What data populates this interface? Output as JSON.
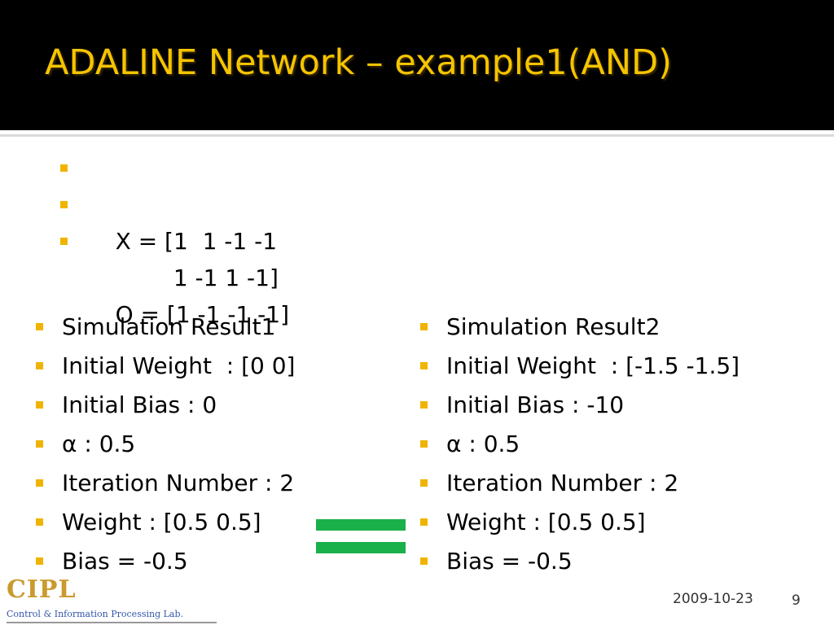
{
  "slide": {
    "title": "ADALINE Network – example1(AND)",
    "accent_color": "#f5c400",
    "bullet_color": "#f0b400",
    "equals_color": "#1ab04a"
  },
  "inputs": [
    "X = [1  1 -1 -1",
    "        1 -1 1 -1]",
    "O = [1 -1 -1 -1]"
  ],
  "result1": [
    "Simulation Result1",
    "Initial Weight  : [0 0]",
    "Initial Bias : 0",
    "α : 0.5",
    "Iteration Number : 2",
    "Weight : [0.5 0.5]",
    "Bias = -0.5"
  ],
  "result2": [
    "Simulation Result2",
    "Initial Weight  : [-1.5 -1.5]",
    "Initial Bias : -10",
    "α : 0.5",
    "Iteration Number : 2",
    "Weight : [0.5 0.5]",
    "Bias = -0.5"
  ],
  "logo": {
    "main": "CIPL",
    "sub": "Control & Information Processing Lab."
  },
  "footer": {
    "date": "2009-10-23",
    "page_number": "9"
  }
}
